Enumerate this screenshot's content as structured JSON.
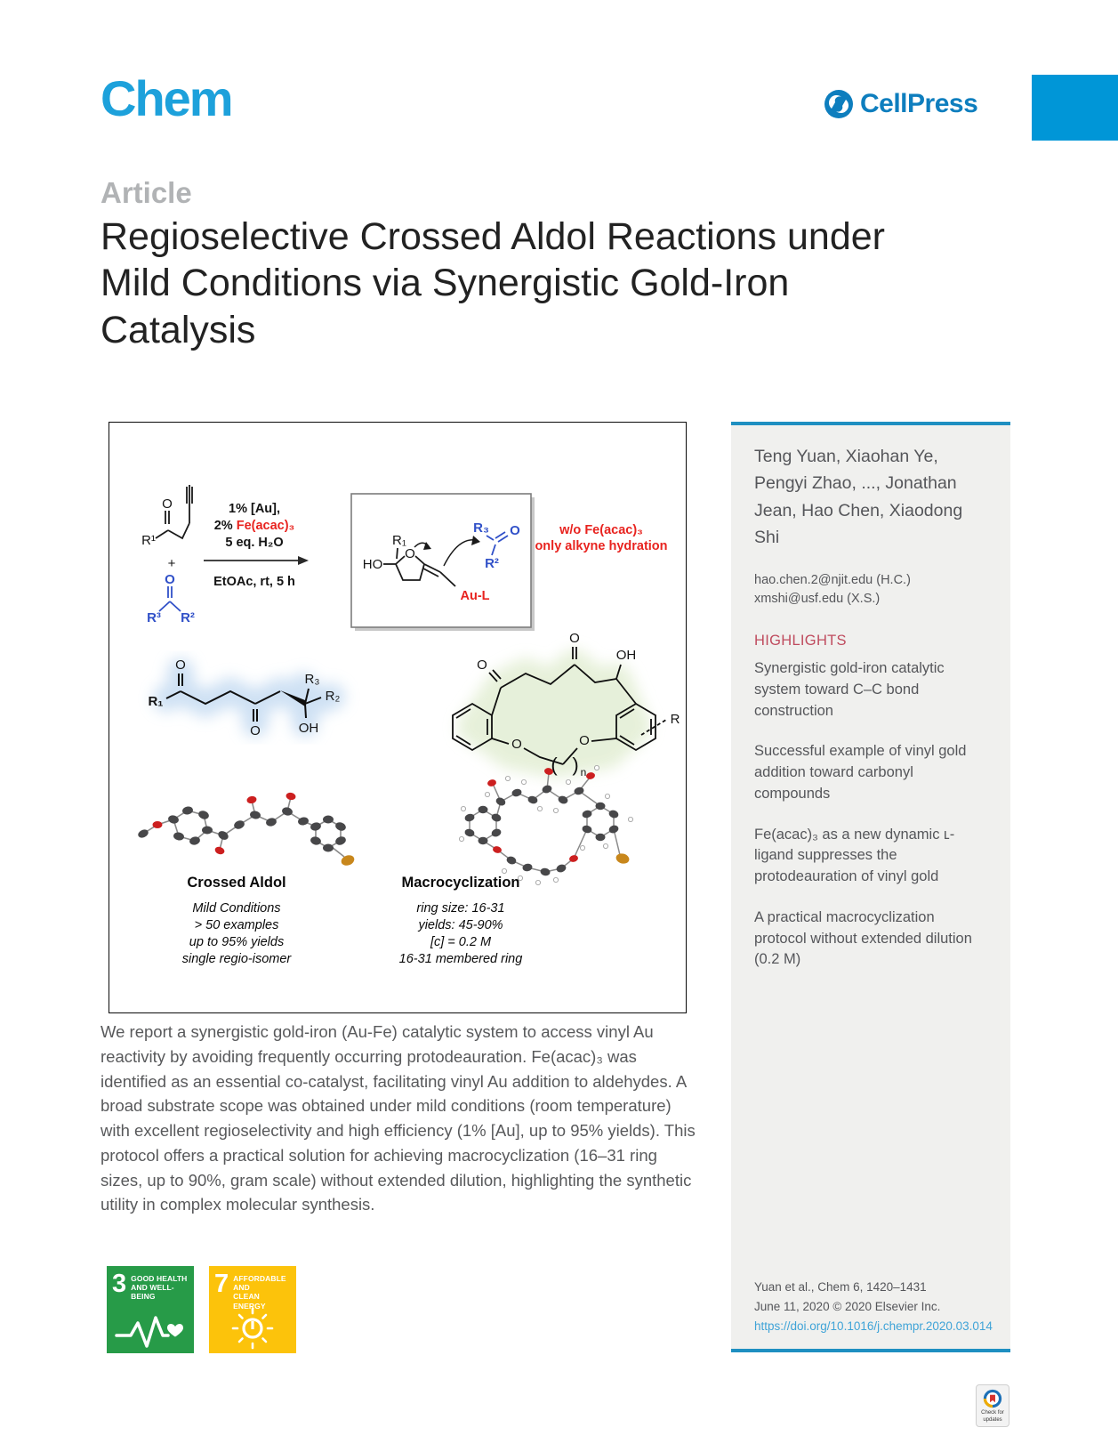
{
  "journal": {
    "logo": "Chem",
    "publisher": "CellPress"
  },
  "article": {
    "kind_label": "Article",
    "title_lines": [
      "Regioselective Crossed Aldol Reactions under",
      "Mild Conditions via Synergistic Gold-Iron",
      "Catalysis"
    ]
  },
  "authors": {
    "names": "Teng Yuan, Xiaohan Ye, Pengyi Zhao, ..., Jonathan Jean, Hao Chen, Xiaodong Shi",
    "emails": [
      "hao.chen.2@njit.edu (H.C.)",
      "xmshi@usf.edu (X.S.)"
    ]
  },
  "highlights": {
    "heading": "HIGHLIGHTS",
    "items": [
      "Synergistic gold-iron catalytic system toward C–C bond construction",
      "Successful example of vinyl gold addition toward carbonyl compounds",
      "Fe(acac)₃ as a new dynamic ʟ-ligand suppresses the protodeauration of vinyl gold",
      "A practical macrocyclization protocol without extended dilution (0.2 M)"
    ]
  },
  "abstract": "We report a synergistic gold-iron (Au-Fe) catalytic system to access vinyl Au reactivity by avoiding frequently occurring protodeauration. Fe(acac)₃ was identified as an essential co-catalyst, facilitating vinyl Au addition to aldehydes. A broad substrate scope was obtained under mild conditions (room temperature) with excellent regioselectivity and high efficiency (1% [Au], up to 95% yields). This protocol offers a practical solution for achieving macrocyclization (16–31 ring sizes, up to 90%, gram scale) without extended dilution, highlighting the synthetic utility in complex molecular synthesis.",
  "ga": {
    "reactant1": {
      "o": "O",
      "r1": "R¹"
    },
    "plus": "+",
    "reactant2": {
      "o": "O",
      "r3": "R³",
      "r2": "R²"
    },
    "cond": {
      "l1": "1% [Au],",
      "l2a": "2% ",
      "l2b": "Fe(acac)₃",
      "l3": "5 eq. H₂O",
      "below": "EtOAc, rt, 5 h"
    },
    "inset": {
      "ho": "HO",
      "r1": "R₁",
      "o": "O",
      "r3": "R₃",
      "o2": "O",
      "r2": "R²",
      "aul": "Au-L"
    },
    "note": {
      "l1": "w/o Fe(acac)₃",
      "l2": "only alkyne hydration"
    },
    "aldol": {
      "r1": "R₁",
      "o1": "O",
      "o2": "O",
      "r3": "R₃",
      "r2": "R₂",
      "oh": "OH"
    },
    "macro": {
      "o1": "O",
      "o2": "O",
      "oh": "OH",
      "oe1": "O",
      "oe2": "O",
      "lp": "(",
      "rp": ")",
      "n": "n",
      "r": "R"
    },
    "left_col": {
      "title": "Crossed Aldol",
      "lines": [
        "Mild Conditions",
        "> 50 examples",
        "up to 95% yields",
        "single regio-isomer"
      ]
    },
    "right_col": {
      "title": "Macrocyclization",
      "lines": [
        "ring size: 16-31",
        "yields: 45-90%",
        "[c] = 0.2 M",
        "16-31 membered ring"
      ]
    }
  },
  "sdg": [
    {
      "number": "3",
      "line1": "GOOD HEALTH",
      "line2": "AND WELL-BEING",
      "color": "#279b48"
    },
    {
      "number": "7",
      "line1": "AFFORDABLE AND",
      "line2": "CLEAN ENERGY",
      "color": "#fcc30b"
    }
  ],
  "citation": {
    "line1": "Yuan et al., Chem 6, 1420–1431",
    "line2": "June 11, 2020 © 2020 Elsevier Inc.",
    "doi": "https://doi.org/10.1016/j.chempr.2020.03.014"
  },
  "badge": {
    "line1": "Check for",
    "line2": "updates"
  },
  "colors": {
    "chem_blue": "#1da1db",
    "cellpress_blue": "#0e7ebe",
    "corner_blue": "#0096d7",
    "sidebar_border_blue": "#1e8fc1",
    "highlights_red": "#bf4b5e",
    "scheme_red": "#e8231f",
    "scheme_blue": "#3050c8",
    "doi_link_blue": "#3fa3d7",
    "sdg3_green": "#279b48",
    "sdg7_yellow": "#fcc30b"
  }
}
